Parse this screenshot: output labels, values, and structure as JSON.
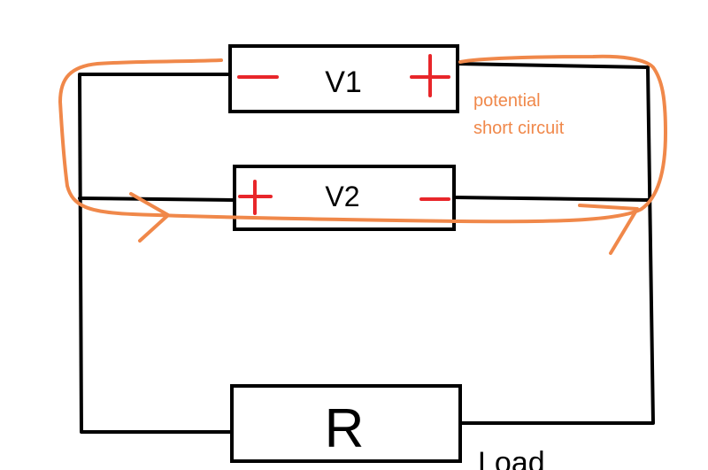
{
  "components": {
    "v1": {
      "label": "V1",
      "left_polarity": "minus",
      "right_polarity": "plus"
    },
    "v2": {
      "label": "V2",
      "left_polarity": "plus",
      "right_polarity": "minus"
    },
    "r": {
      "label": "R"
    }
  },
  "annotations": {
    "short_circuit_line1": "potential",
    "short_circuit_line2": "short circuit",
    "load": "Load"
  },
  "colors": {
    "wire": "#000000",
    "polarity": "#e8262a",
    "highlight": "#f0884a"
  }
}
